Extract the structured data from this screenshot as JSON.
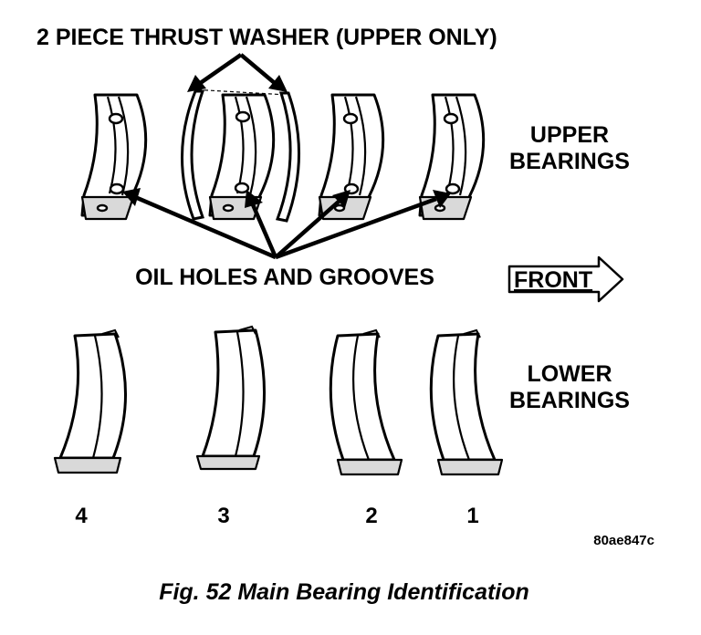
{
  "diagram": {
    "title": "2 PIECE THRUST WASHER (UPPER ONLY)",
    "upper_label_line1": "UPPER",
    "upper_label_line2": "BEARINGS",
    "lower_label_line1": "LOWER",
    "lower_label_line2": "BEARINGS",
    "oil_label": "OIL HOLES AND GROOVES",
    "front_label": "FRONT",
    "position_numbers": [
      "4",
      "3",
      "2",
      "1"
    ],
    "reference_code": "80ae847c",
    "caption": "Fig. 52 Main Bearing Identification"
  }
}
